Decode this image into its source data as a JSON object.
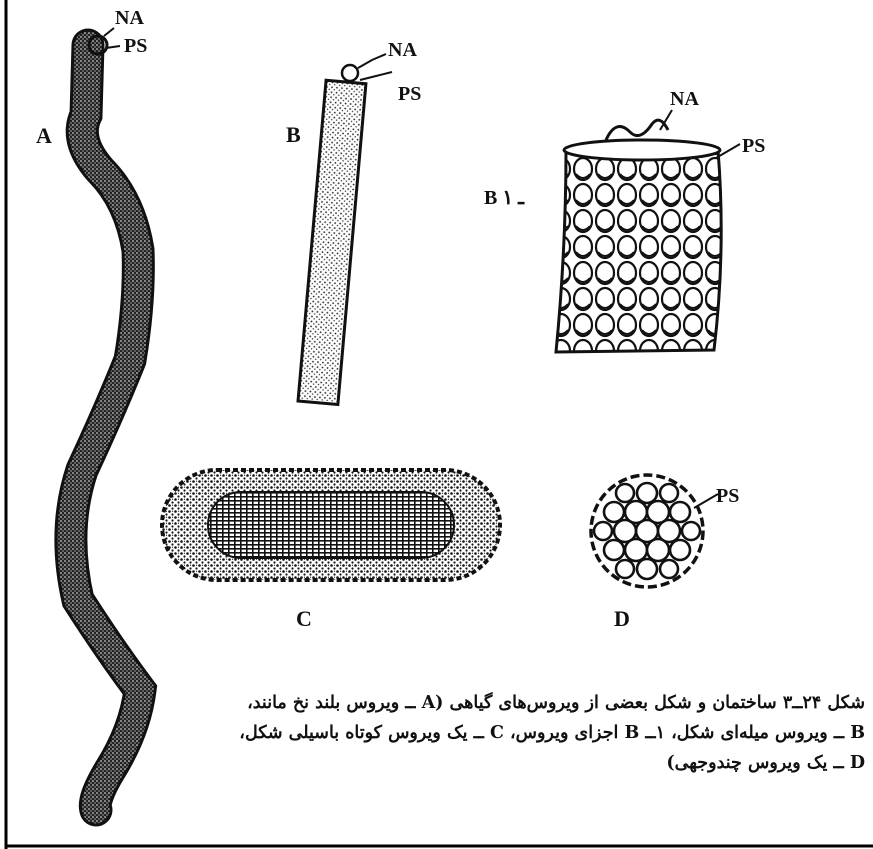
{
  "figure": {
    "labels": {
      "a_na": "NA",
      "a_ps": "PS",
      "a": "A",
      "b_na": "NA",
      "b_ps": "PS",
      "b": "B",
      "b1_na": "NA",
      "b1_ps": "PS",
      "b1": "B ـ ۱",
      "c": "C",
      "d_ps": "PS",
      "d": "D"
    },
    "caption": {
      "line1": "شکل ۲۴ــ۳ ساختمان و شکل بعضی از ویروس‌های گیاهی (A ــ ویروس بلند نخ مانند،",
      "line2": "B ــ ویروس میله‌ای شکل، ۱ــ B اجزای ویروس، C ــ یک ویروس کوتاه باسیلی شکل،",
      "line3": "D ــ یک ویروس چندوجهی)"
    }
  }
}
